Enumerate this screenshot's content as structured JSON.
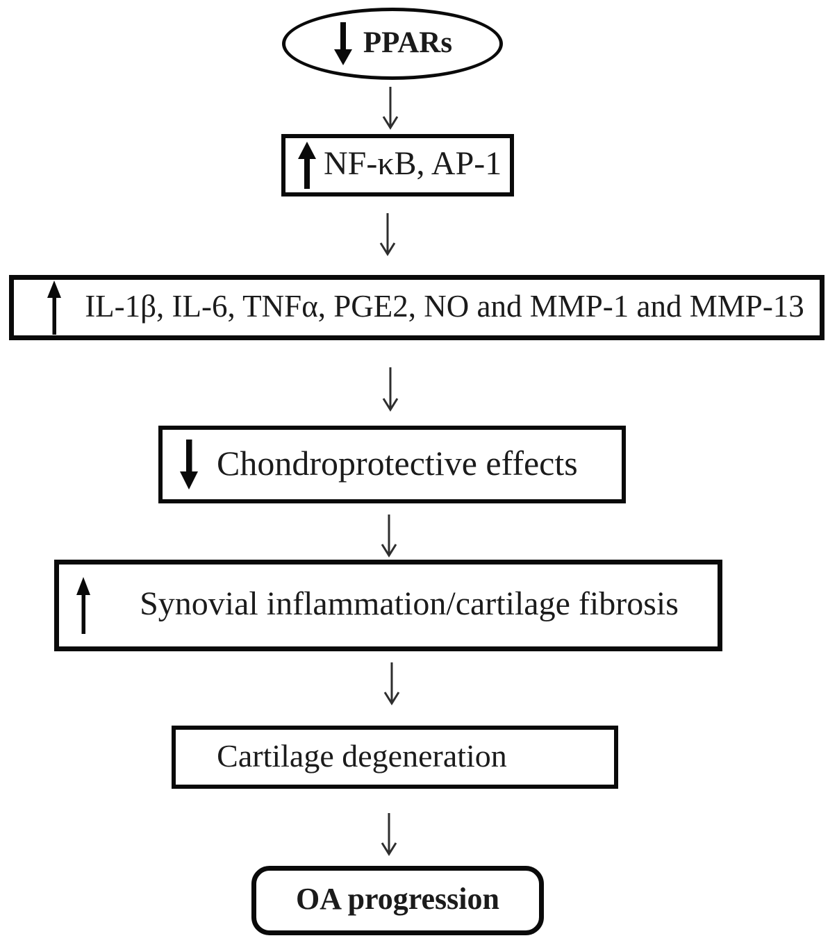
{
  "figure": {
    "type": "flowchart",
    "description_shapes": [
      "ellipse",
      "rect",
      "rounded-rect"
    ],
    "flow_direction": "top-to-bottom"
  },
  "colors": {
    "background": "#ffffff",
    "node_border": "#0a0a0a",
    "text": "#1b1b1b",
    "connector_arrow": "#2e2e2e"
  },
  "icons": {
    "decrease": "down-arrow",
    "increase": "up-arrow",
    "connector": "down-flow-arrow"
  },
  "nodes": [
    {
      "id": "ppars",
      "shape": "ellipse",
      "trend_icon": "down-arrow",
      "label": "PPARs"
    },
    {
      "id": "nfkb-ap1",
      "shape": "rect",
      "trend_icon": "up-arrow",
      "label": "NF-κB, AP-1"
    },
    {
      "id": "mediators",
      "shape": "rect",
      "trend_icon": "up-arrow",
      "label": "IL-1β, IL-6, TNFα, PGE2, NO and MMP-1 and MMP-13"
    },
    {
      "id": "chondroprotective",
      "shape": "rect",
      "trend_icon": "down-arrow",
      "label": "Chondroprotective effects"
    },
    {
      "id": "synovial",
      "shape": "rect",
      "trend_icon": "up-arrow",
      "label": "Synovial inflammation/cartilage fibrosis"
    },
    {
      "id": "cartilage",
      "shape": "rect",
      "trend_icon": "none",
      "label": "Cartilage degeneration"
    },
    {
      "id": "oa-progression",
      "shape": "rounded-rect",
      "trend_icon": "none",
      "label": "OA progression"
    }
  ],
  "edges": [
    {
      "from": "ppars",
      "to": "nfkb-ap1"
    },
    {
      "from": "nfkb-ap1",
      "to": "mediators"
    },
    {
      "from": "mediators",
      "to": "chondroprotective"
    },
    {
      "from": "chondroprotective",
      "to": "synovial"
    },
    {
      "from": "synovial",
      "to": "cartilage"
    },
    {
      "from": "cartilage",
      "to": "oa-progression"
    }
  ]
}
